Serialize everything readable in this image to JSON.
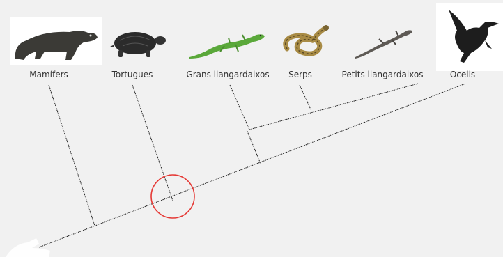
{
  "taxa": [
    {
      "id": "mamifers",
      "label": "Mamífers",
      "icon": "otter-icon"
    },
    {
      "id": "tortugues",
      "label": "Tortugues",
      "icon": "turtle-icon"
    },
    {
      "id": "grans",
      "label": "Grans llangardaixos",
      "icon": "green-lizard-icon"
    },
    {
      "id": "serps",
      "label": "Serps",
      "icon": "snake-icon"
    },
    {
      "id": "petits",
      "label": "Petits llangardaixos",
      "icon": "small-lizard-icon"
    },
    {
      "id": "ocells",
      "label": "Ocells",
      "icon": "bird-icon"
    }
  ],
  "highlight_color": "#e53935",
  "line_color": "#222222"
}
